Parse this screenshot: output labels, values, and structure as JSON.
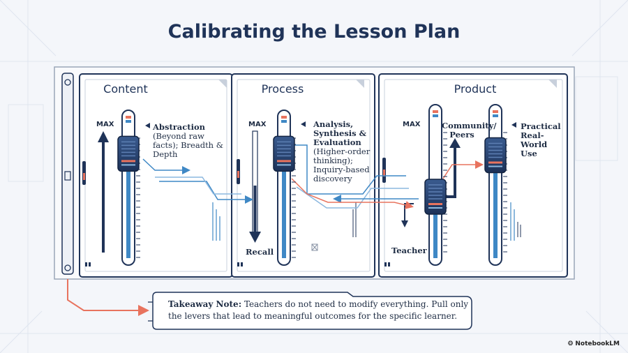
{
  "title": "Calibrating the Lesson Plan",
  "panels": {
    "content": {
      "title": "Content",
      "max_label": "MAX",
      "top_label_bold": "Abstraction",
      "top_label_rest": "(Beyond raw facts); Breadth & Depth",
      "level": 0.8
    },
    "process": {
      "title": "Process",
      "max_label": "MAX",
      "top_label_bold": "Analysis, Synthesis & Evaluation",
      "top_label_rest": "(Higher-order thinking); Inquiry-based discovery",
      "bottom_label": "Recall",
      "level": 0.8
    },
    "product": {
      "title": "Product",
      "max_label": "MAX",
      "mid_label": "Community/ Peers",
      "top_label": "Practical Real-World Use",
      "bottom_label": "Teacher",
      "level_left": 0.4,
      "level_right": 0.75
    }
  },
  "takeaway": {
    "heading": "Takeaway Note:",
    "text": "Teachers do not need to modify everything. Pull only the levers that lead to meaningful outcomes for the specific learner."
  },
  "brand": "NotebookLM",
  "colors": {
    "navy": "#1f3358",
    "blue": "#3f88c5",
    "coral": "#e8735e",
    "panel_bg": "#ffffff"
  }
}
